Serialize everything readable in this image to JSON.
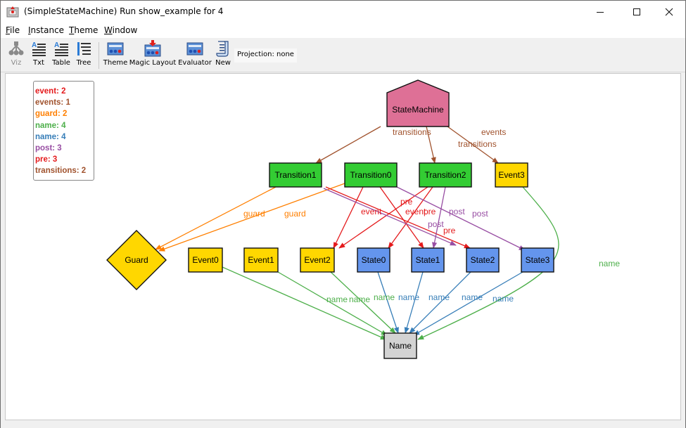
{
  "window": {
    "title": "(SimpleStateMachine) Run show_example for 4",
    "controls": {
      "minimize": "minimize",
      "maximize": "maximize",
      "close": "close"
    }
  },
  "menu": [
    {
      "label": "File",
      "mnemonic": "F"
    },
    {
      "label": "Instance",
      "mnemonic": "I"
    },
    {
      "label": "Theme",
      "mnemonic": "T"
    },
    {
      "label": "Window",
      "mnemonic": "W"
    }
  ],
  "toolbar": {
    "buttons": [
      {
        "id": "viz",
        "label": "Viz",
        "icon": "viz-graph-icon",
        "enabled": false
      },
      {
        "id": "txt",
        "label": "Txt",
        "icon": "text-view-icon",
        "enabled": true
      },
      {
        "id": "table",
        "label": "Table",
        "icon": "table-view-icon",
        "enabled": true
      },
      {
        "id": "tree",
        "label": "Tree",
        "icon": "tree-view-icon",
        "enabled": true
      },
      {
        "id": "theme",
        "label": "Theme",
        "icon": "theme-icon",
        "enabled": true
      },
      {
        "id": "magic-layout",
        "label": "Magic Layout",
        "icon": "magic-layout-icon",
        "enabled": true
      },
      {
        "id": "evaluator",
        "label": "Evaluator",
        "icon": "evaluator-icon",
        "enabled": true
      },
      {
        "id": "new",
        "label": "New",
        "icon": "new-scroll-icon",
        "enabled": true
      }
    ],
    "projection": "Projection: none"
  },
  "legend": [
    {
      "label": "event: 2",
      "color": "#e41a1c"
    },
    {
      "label": "events: 1",
      "color": "#a0522d"
    },
    {
      "label": "guard: 2",
      "color": "#ff7f00"
    },
    {
      "label": "name: 4",
      "color": "#4daf4a"
    },
    {
      "label": "name: 4",
      "color": "#377eb8"
    },
    {
      "label": "post: 3",
      "color": "#984ea3"
    },
    {
      "label": "pre: 3",
      "color": "#e41a1c"
    },
    {
      "label": "transitions: 2",
      "color": "#a0522d"
    }
  ],
  "graph": {
    "colors": {
      "statemachine": "#de7096",
      "transition": "#33cc33",
      "event": "#ffd700",
      "guard": "#ffd700",
      "state": "#6495ed",
      "name": "#d3d3d3",
      "edge_transitions": "#a0522d",
      "edge_events": "#a0522d",
      "edge_guard": "#ff7f00",
      "edge_event": "#e41a1c",
      "edge_pre": "#e41a1c",
      "edge_post": "#984ea3",
      "edge_name_green": "#4daf4a",
      "edge_name_blue": "#377eb8"
    },
    "nodes": [
      {
        "id": "StateMachine",
        "label": "StateMachine",
        "shape": "house",
        "type": "statemachine"
      },
      {
        "id": "Transition1",
        "label": "Transition1",
        "shape": "box",
        "type": "transition"
      },
      {
        "id": "Transition0",
        "label": "Transition0",
        "shape": "box",
        "type": "transition"
      },
      {
        "id": "Transition2",
        "label": "Transition2",
        "shape": "box",
        "type": "transition"
      },
      {
        "id": "Event3",
        "label": "Event3",
        "shape": "box",
        "type": "event"
      },
      {
        "id": "Guard",
        "label": "Guard",
        "shape": "diamond",
        "type": "guard"
      },
      {
        "id": "Event0",
        "label": "Event0",
        "shape": "box",
        "type": "event"
      },
      {
        "id": "Event1",
        "label": "Event1",
        "shape": "box",
        "type": "event"
      },
      {
        "id": "Event2",
        "label": "Event2",
        "shape": "box",
        "type": "event"
      },
      {
        "id": "State0",
        "label": "State0",
        "shape": "box",
        "type": "state"
      },
      {
        "id": "State1",
        "label": "State1",
        "shape": "box",
        "type": "state"
      },
      {
        "id": "State2",
        "label": "State2",
        "shape": "box",
        "type": "state"
      },
      {
        "id": "State3",
        "label": "State3",
        "shape": "box",
        "type": "state"
      },
      {
        "id": "Name",
        "label": "Name",
        "shape": "box",
        "type": "name"
      }
    ],
    "edges": [
      {
        "from": "StateMachine",
        "to": "Transition1",
        "label": "transitions",
        "kind": "transitions"
      },
      {
        "from": "StateMachine",
        "to": "Transition2",
        "label": "transitions",
        "kind": "transitions"
      },
      {
        "from": "StateMachine",
        "to": "Event3",
        "label": "events",
        "kind": "events"
      },
      {
        "from": "Transition1",
        "to": "Guard",
        "label": "guard",
        "kind": "guard"
      },
      {
        "from": "Transition0",
        "to": "Guard",
        "label": "guard",
        "kind": "guard"
      },
      {
        "from": "Transition0",
        "to": "Event2",
        "label": "event",
        "kind": "event"
      },
      {
        "from": "Transition2",
        "to": "Event2",
        "label": "event",
        "kind": "event"
      },
      {
        "from": "Transition0",
        "to": "State1",
        "label": "pre",
        "kind": "pre"
      },
      {
        "from": "Transition2",
        "to": "State0",
        "label": "pre",
        "kind": "pre"
      },
      {
        "from": "Transition1",
        "to": "State2",
        "label": "pre",
        "kind": "pre"
      },
      {
        "from": "Transition1",
        "to": "State2",
        "label": "post",
        "kind": "post"
      },
      {
        "from": "Transition2",
        "to": "State1",
        "label": "post",
        "kind": "post"
      },
      {
        "from": "Transition0",
        "to": "State3",
        "label": "post",
        "kind": "post"
      },
      {
        "from": "Event0",
        "to": "Name",
        "label": "name",
        "kind": "name_green"
      },
      {
        "from": "Event1",
        "to": "Name",
        "label": "name",
        "kind": "name_green"
      },
      {
        "from": "Event2",
        "to": "Name",
        "label": "name",
        "kind": "name_green"
      },
      {
        "from": "Event3",
        "to": "Name",
        "label": "name",
        "kind": "name_green"
      },
      {
        "from": "State0",
        "to": "Name",
        "label": "name",
        "kind": "name_blue"
      },
      {
        "from": "State1",
        "to": "Name",
        "label": "name",
        "kind": "name_blue"
      },
      {
        "from": "State2",
        "to": "Name",
        "label": "name",
        "kind": "name_blue"
      },
      {
        "from": "State3",
        "to": "Name",
        "label": "name",
        "kind": "name_blue"
      }
    ]
  }
}
